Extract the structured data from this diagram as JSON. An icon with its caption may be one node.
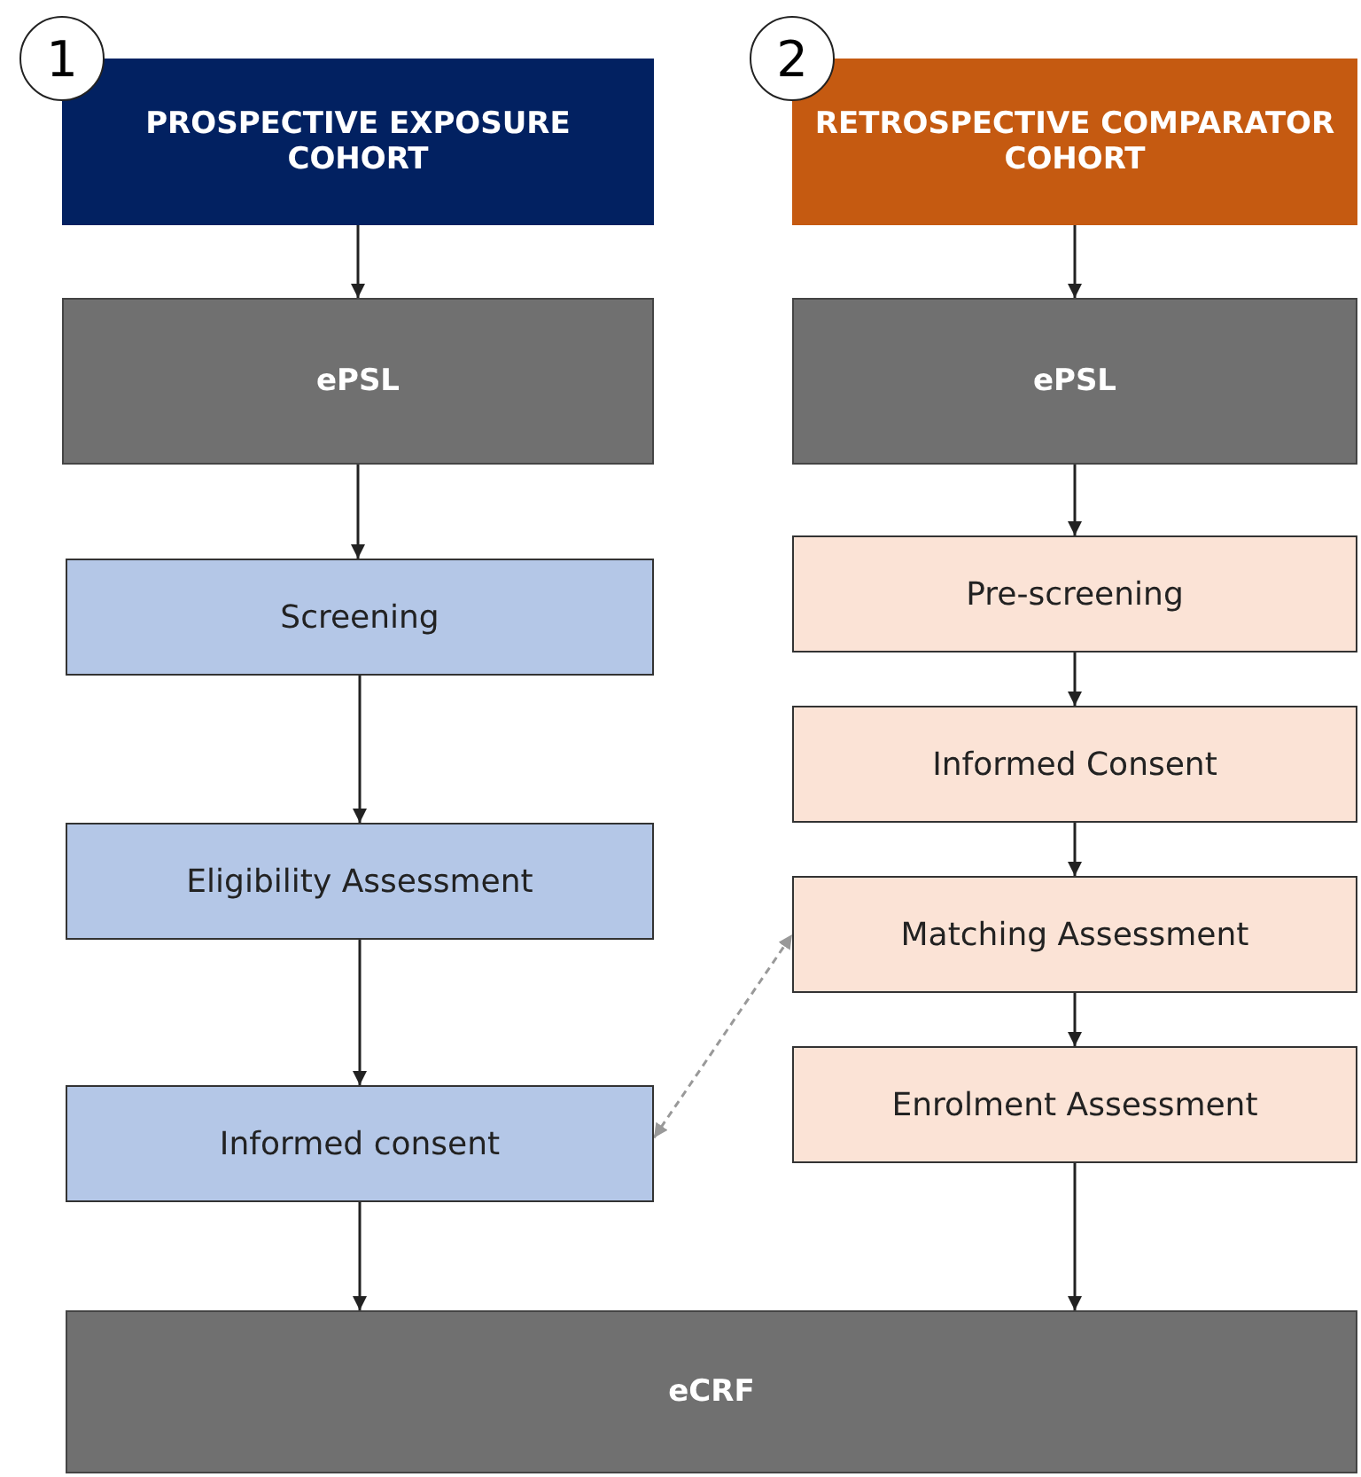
{
  "diagram": {
    "nodes": [
      {
        "text": [
          "1"
        ]
      },
      {
        "text": [
          "PROSPECTIVE EXPOSURE COHORT"
        ]
      },
      {
        "text": [
          "2"
        ]
      },
      {
        "text": [
          "RETROSPECTIVE COMPARATOR COHORT"
        ]
      },
      {
        "text": [
          "ePSL"
        ]
      },
      {
        "text": [
          "ePSL"
        ]
      },
      {
        "text": [
          "Screening"
        ]
      },
      {
        "text": [
          "Eligibility Assessment"
        ]
      },
      {
        "text": [
          "Informed consent"
        ]
      },
      {
        "text": [
          "Pre-screening"
        ]
      },
      {
        "text": [
          "Informed Consent"
        ]
      },
      {
        "text": [
          "Matching Assessment"
        ]
      },
      {
        "text": [
          "Enrolment Assessment"
        ]
      },
      {
        "text": [
          "eCRF"
        ]
      }
    ],
    "edges": [
      {
        "from": 1,
        "to": 4,
        "arrow": "to"
      },
      {
        "from": 4,
        "to": 6,
        "arrow": "to"
      },
      {
        "from": 6,
        "to": 7,
        "arrow": "to"
      },
      {
        "from": 7,
        "to": 8,
        "arrow": "to"
      },
      {
        "from": 8,
        "to": 13,
        "arrow": "to"
      },
      {
        "from": 3,
        "to": 5,
        "arrow": "to"
      },
      {
        "from": 5,
        "to": 9,
        "arrow": "to"
      },
      {
        "from": 9,
        "to": 10,
        "arrow": "to"
      },
      {
        "from": 10,
        "to": 11,
        "arrow": "to"
      },
      {
        "from": 11,
        "to": 12,
        "arrow": "to"
      },
      {
        "from": 12,
        "to": 13,
        "arrow": "to"
      },
      {
        "from": 8,
        "to": 11,
        "arrow": "both",
        "style": "dashed",
        "color": "#999999"
      }
    ]
  }
}
